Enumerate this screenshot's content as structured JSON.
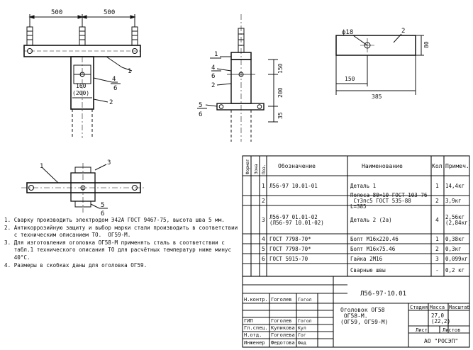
{
  "drawing": {
    "dim_500_left": "500",
    "dim_500_right": "500",
    "dim_160": "160",
    "dim_200_paren": "(200)",
    "dim_150_side": "150",
    "dim_200_side": "200",
    "dim_35_side": "35",
    "dim_d18": "ϕ18",
    "dim_80": "80",
    "dim_150_plate": "150",
    "dim_385": "385",
    "pos_1": "1",
    "pos_2": "2",
    "pos_3": "3",
    "pos_4": "4",
    "pos_5": "5",
    "pos_6": "6"
  },
  "notes": [
    "1. Сварку производить электродом Э42А ГОСТ 9467-75, высота шва 5 мм.",
    "2. Антикоррозийную защиту и выбор марки стали производить в соответствии\n   с техническим описанием ТО.  ОГ59-М.",
    "3. Для изготовления оголовка ОГ58-М применять сталь в соответствии с\n   табл.1 технического описания ТО для расчётных температур ниже минус\n   40°С.",
    "4. Размеры в скобках даны для оголовка ОГ59."
  ],
  "spec": {
    "headers": {
      "format": "Формат",
      "zone": "Зона",
      "pos": "Поз.",
      "designation": "Обозначение",
      "name": "Наименование",
      "qty": "Кол.",
      "note": "Примеч."
    },
    "rows": [
      {
        "pos": "1",
        "designation": "Л56-97 10.01-01",
        "name": "Деталь 1",
        "qty": "1",
        "note": "14,4кг"
      },
      {
        "pos": "2",
        "designation": "",
        "name": "Полоса 80×10 ГОСТ 103-76\n        Ст3пс5 ГОСТ 535-88\nL=385",
        "qty": "2",
        "note": "3,9кг"
      },
      {
        "pos": "3",
        "designation": "Л56-97 01.01-02\n(Л56-97 10.01-02)",
        "name": "Деталь 2 (2а)",
        "qty": "4",
        "note": "2,56кг\n(2,84кг)"
      },
      {
        "pos": "4",
        "designation": "ГОСТ 7798-70*",
        "name": "Болт М16х220.46",
        "qty": "1",
        "note": "0,38кг"
      },
      {
        "pos": "5",
        "designation": "ГОСТ 7798-70*",
        "name": "Болт М16х75.46",
        "qty": "2",
        "note": "0,3кг"
      },
      {
        "pos": "6",
        "designation": "ГОСТ 5915-70",
        "name": "Гайка 2М16",
        "qty": "3",
        "note": "0,099кг"
      },
      {
        "pos": "",
        "designation": "",
        "name": "Сварные швы",
        "qty": "-",
        "note": "0,2 кг"
      }
    ]
  },
  "titleblock": {
    "doc_code": "Л56-97·10.01",
    "title": "Оголовок  ОГ58\n          ОГ58-М.\n(ОГ59, ОГ59-М)",
    "stage_label": "Стадия",
    "mass_label": "Масса",
    "scale_label": "Масштаб",
    "mass_value": "27,0\n(22,2)",
    "sheet_label": "Лист",
    "sheets_label": "Листов",
    "org": "АО \"РОСЭП\"",
    "staff": [
      {
        "role": "Н.контр.",
        "name": "Гоголев",
        "sign": "Гогол"
      },
      {
        "role": "",
        "name": "",
        "sign": ""
      },
      {
        "role": "ГИП",
        "name": "Гоголев",
        "sign": "Гогол"
      },
      {
        "role": "Гл.спец.",
        "name": "Куликова",
        "sign": "Кул"
      },
      {
        "role": "Н.отд.",
        "name": "Гоголева",
        "sign": "Гог"
      },
      {
        "role": "Инженер",
        "name": "Федотова",
        "sign": "Фед"
      }
    ]
  }
}
